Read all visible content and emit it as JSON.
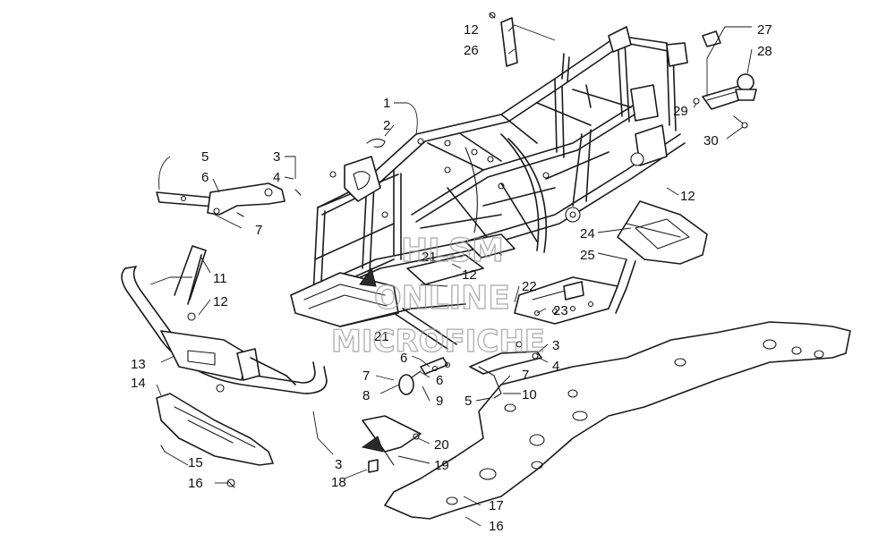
{
  "watermark": {
    "line1": "HLSM",
    "line2": "ONLINE",
    "line3": "MICROFICHE"
  },
  "callouts": [
    {
      "id": "c1",
      "text": "1"
    },
    {
      "id": "c2",
      "text": "2"
    },
    {
      "id": "c3a",
      "text": "3"
    },
    {
      "id": "c4a",
      "text": "4"
    },
    {
      "id": "c5a",
      "text": "5"
    },
    {
      "id": "c6a",
      "text": "6"
    },
    {
      "id": "c7a",
      "text": "7"
    },
    {
      "id": "c11",
      "text": "11"
    },
    {
      "id": "c12a",
      "text": "12"
    },
    {
      "id": "c13",
      "text": "13"
    },
    {
      "id": "c14",
      "text": "14"
    },
    {
      "id": "c15",
      "text": "15"
    },
    {
      "id": "c16a",
      "text": "16"
    },
    {
      "id": "c3b",
      "text": "3"
    },
    {
      "id": "c18",
      "text": "18"
    },
    {
      "id": "c19",
      "text": "19"
    },
    {
      "id": "c20",
      "text": "20"
    },
    {
      "id": "c21a",
      "text": "21"
    },
    {
      "id": "c21b",
      "text": "21"
    },
    {
      "id": "c12b",
      "text": "12"
    },
    {
      "id": "c22",
      "text": "22"
    },
    {
      "id": "c23",
      "text": "23"
    },
    {
      "id": "c24",
      "text": "24"
    },
    {
      "id": "c25",
      "text": "25"
    },
    {
      "id": "c12c",
      "text": "12"
    },
    {
      "id": "c12d",
      "text": "12"
    },
    {
      "id": "c26",
      "text": "26"
    },
    {
      "id": "c27",
      "text": "27"
    },
    {
      "id": "c28",
      "text": "28"
    },
    {
      "id": "c29",
      "text": "29"
    },
    {
      "id": "c30",
      "text": "30"
    },
    {
      "id": "c3c",
      "text": "3"
    },
    {
      "id": "c4b",
      "text": "4"
    },
    {
      "id": "c6b",
      "text": "6"
    },
    {
      "id": "c6c",
      "text": "6"
    },
    {
      "id": "c7b",
      "text": "7"
    },
    {
      "id": "c7c",
      "text": "7"
    },
    {
      "id": "c8",
      "text": "8"
    },
    {
      "id": "c9",
      "text": "9"
    },
    {
      "id": "c10",
      "text": "10"
    },
    {
      "id": "c5b",
      "text": "5"
    },
    {
      "id": "c17",
      "text": "17"
    },
    {
      "id": "c16b",
      "text": "16"
    }
  ]
}
